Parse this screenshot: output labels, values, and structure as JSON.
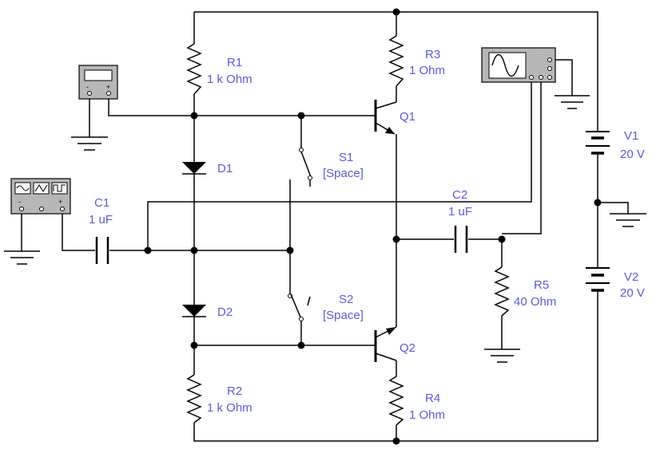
{
  "components": {
    "r1": {
      "name": "R1",
      "value": "1 k Ohm"
    },
    "r2": {
      "name": "R2",
      "value": "1 k Ohm"
    },
    "r3": {
      "name": "R3",
      "value": "1  Ohm"
    },
    "r4": {
      "name": "R4",
      "value": "1  Ohm"
    },
    "r5": {
      "name": "R5",
      "value": "40  Ohm"
    },
    "q1": {
      "name": "Q1"
    },
    "q2": {
      "name": "Q2"
    },
    "d1": {
      "name": "D1"
    },
    "d2": {
      "name": "D2"
    },
    "c1": {
      "name": "C1",
      "value": "1 uF"
    },
    "c2": {
      "name": "C2",
      "value": "1 uF"
    },
    "s1": {
      "name": "S1",
      "key": "[Space]"
    },
    "s2": {
      "name": "S2",
      "key": "[Space]"
    },
    "v1": {
      "name": "V1",
      "value": "20 V"
    },
    "v2": {
      "name": "V2",
      "value": "20 V"
    }
  },
  "instruments": {
    "multimeter": {
      "minus": "-",
      "plus": "+"
    },
    "function_generator": {
      "minus": "-",
      "plus": "+"
    }
  },
  "colors": {
    "label": "#5b5bd6",
    "wire": "#000000",
    "instrument_body": "#b7b7b7"
  }
}
